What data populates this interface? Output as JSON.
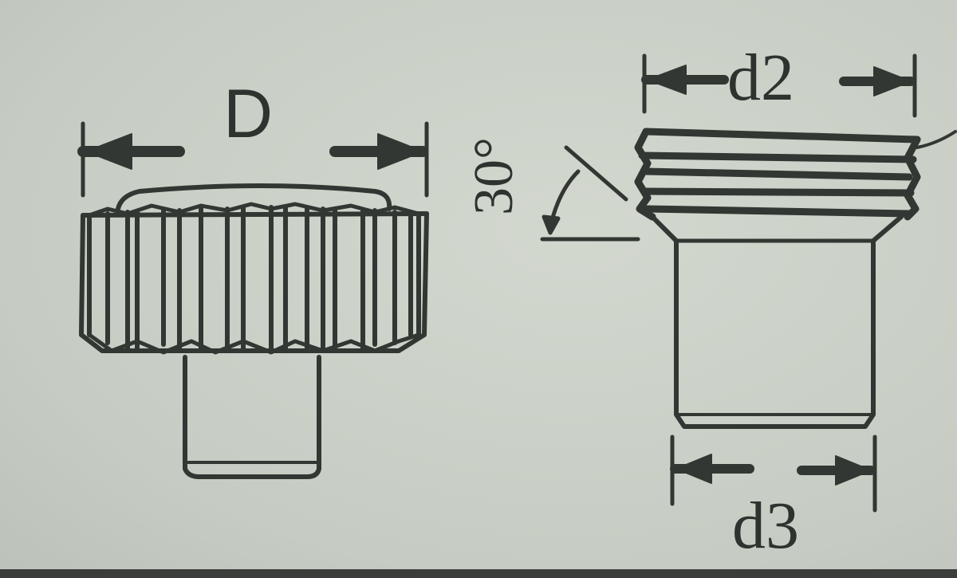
{
  "figure": {
    "description": "Technical drawing of watch crown parts with dimension labels",
    "left_part": {
      "name": "knurled crown",
      "dimension_label": "D"
    },
    "right_part": {
      "name": "threaded tube",
      "top_dimension_label": "d2",
      "bottom_dimension_label": "d3",
      "angle_label": "30°"
    }
  },
  "colors": {
    "paper": "#c9cfc6",
    "ink": "#333733"
  }
}
